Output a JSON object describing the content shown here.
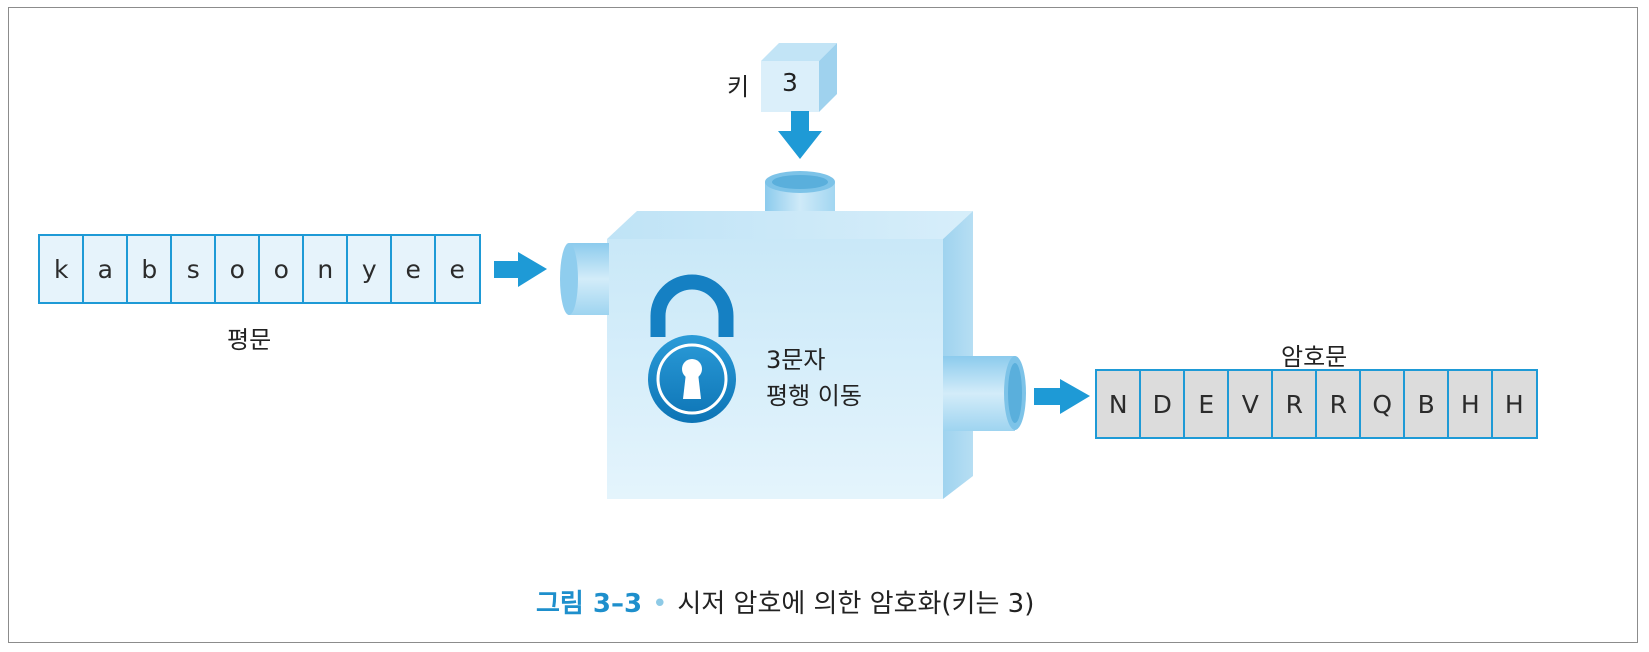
{
  "key": {
    "label": "키",
    "value": "3"
  },
  "plaintext": {
    "label": "평문",
    "letters": [
      "k",
      "a",
      "b",
      "s",
      "o",
      "o",
      "n",
      "y",
      "e",
      "e"
    ]
  },
  "ciphertext": {
    "label": "암호문",
    "letters": [
      "N",
      "D",
      "E",
      "V",
      "R",
      "R",
      "Q",
      "B",
      "H",
      "H"
    ]
  },
  "machine": {
    "line1": "3문자",
    "line2": "평행 이동"
  },
  "caption": {
    "number": "그림 3–3",
    "dot": "•",
    "text": "시저 암호에 의한 암호화(키는 3)"
  },
  "colors": {
    "accent": "#1e9ad6",
    "box_light": "#cfe9f7",
    "cipher_cell": "#dcdcdc"
  }
}
